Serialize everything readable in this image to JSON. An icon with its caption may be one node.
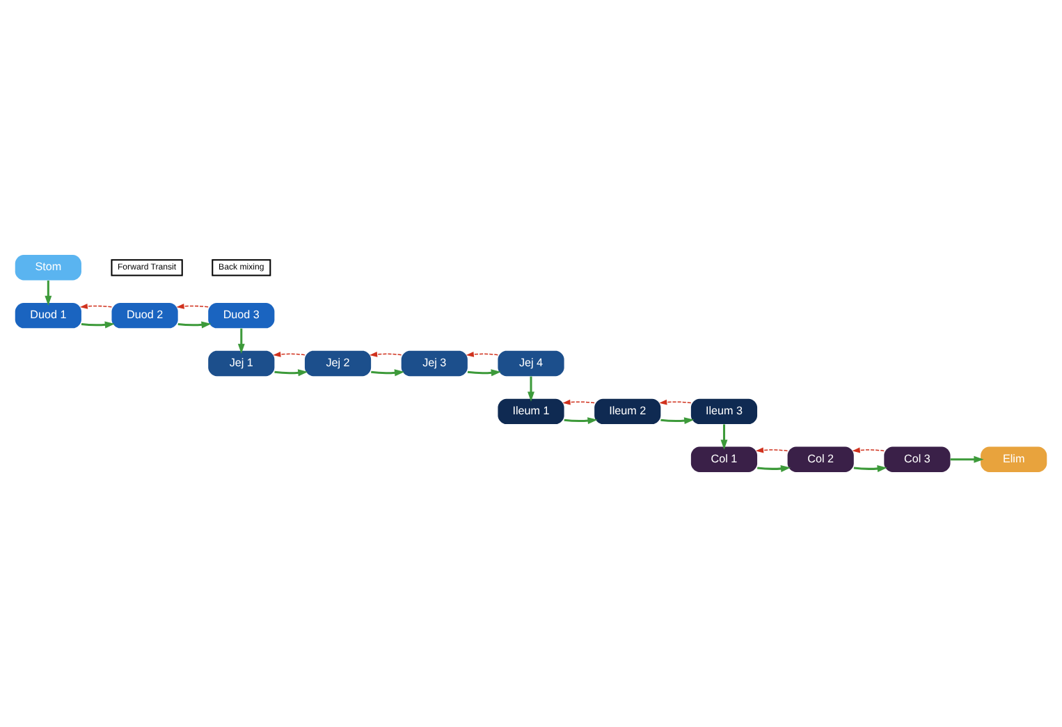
{
  "diagram": {
    "nodes": [
      {
        "text": [
          "Stom"
        ]
      },
      {
        "text": [
          "Duod 1"
        ]
      },
      {
        "text": [
          "Duod 2"
        ]
      },
      {
        "text": [
          "Duod 3"
        ]
      },
      {
        "text": [
          "Jej 4"
        ]
      },
      {
        "text": [
          "Jej 3"
        ]
      },
      {
        "text": [
          "Jej 2"
        ]
      },
      {
        "text": [
          "Jej 1"
        ]
      },
      {
        "text": [
          "Ileum 1"
        ]
      },
      {
        "text": [
          "Ileum 2"
        ]
      },
      {
        "text": [
          "Ileum 3"
        ]
      },
      {
        "text": [
          "Elim"
        ]
      },
      {
        "text": [
          "Col 3"
        ]
      },
      {
        "text": [
          "Col 2"
        ]
      },
      {
        "text": [
          "Col 1"
        ]
      }
    ],
    "edges": [
      {
        "from": 0,
        "to": 1,
        "arrow": "to"
      },
      {
        "from": 1,
        "to": 2,
        "arrow": "to"
      },
      {
        "from": 2,
        "to": 1,
        "arrow": "to",
        "style": "dashed",
        "color": "#d0321e"
      },
      {
        "from": 2,
        "to": 3,
        "arrow": "to"
      },
      {
        "from": 3,
        "to": 2,
        "arrow": "to",
        "style": "dashed",
        "color": "#d0321e"
      },
      {
        "from": 3,
        "to": 7,
        "arrow": "to"
      },
      {
        "from": 7,
        "to": 6,
        "arrow": "to"
      },
      {
        "from": 6,
        "to": 7,
        "arrow": "to",
        "style": "dashed",
        "color": "#d0321e"
      },
      {
        "from": 6,
        "to": 5,
        "arrow": "to"
      },
      {
        "from": 5,
        "to": 6,
        "arrow": "to",
        "style": "dashed",
        "color": "#d0321e"
      },
      {
        "from": 5,
        "to": 4,
        "arrow": "to"
      },
      {
        "from": 4,
        "to": 5,
        "arrow": "to",
        "style": "dashed",
        "color": "#d0321e"
      },
      {
        "from": 4,
        "to": 8,
        "arrow": "to"
      },
      {
        "from": 8,
        "to": 9,
        "arrow": "to"
      },
      {
        "from": 9,
        "to": 8,
        "arrow": "to",
        "style": "dashed",
        "color": "#d0321e"
      },
      {
        "from": 9,
        "to": 10,
        "arrow": "to"
      },
      {
        "from": 10,
        "to": 9,
        "arrow": "to",
        "style": "dashed",
        "color": "#d0321e"
      },
      {
        "from": 10,
        "to": 14,
        "arrow": "to"
      },
      {
        "from": 14,
        "to": 13,
        "arrow": "to"
      },
      {
        "from": 13,
        "to": 14,
        "arrow": "to",
        "style": "dashed",
        "color": "#d0321e"
      },
      {
        "from": 13,
        "to": 12,
        "arrow": "to"
      },
      {
        "from": 12,
        "to": 13,
        "arrow": "to",
        "style": "dashed",
        "color": "#d0321e"
      },
      {
        "from": 12,
        "to": 11,
        "arrow": "to"
      }
    ],
    "legend": [
      {
        "text": "Forward Transit"
      },
      {
        "text": "Back mixing"
      }
    ]
  }
}
